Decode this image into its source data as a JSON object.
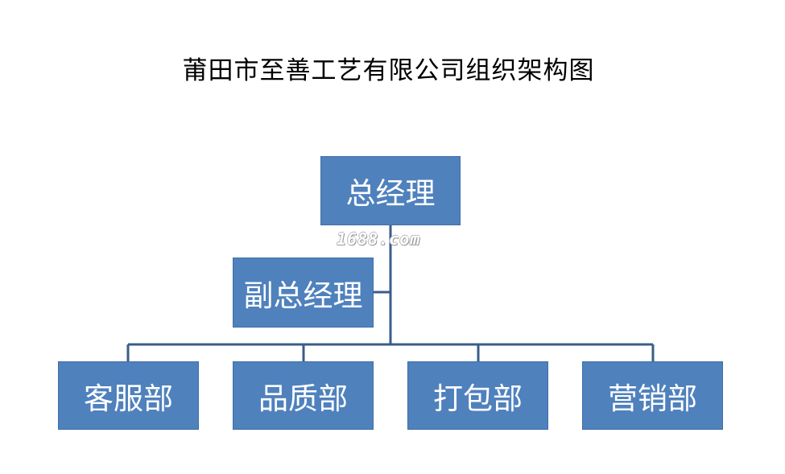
{
  "title": "莆田市至善工艺有限公司组织架构图",
  "nodes": {
    "general_manager": "总经理",
    "deputy_manager": "副总经理",
    "departments": [
      {
        "label": "客服部"
      },
      {
        "label": "品质部"
      },
      {
        "label": "打包部"
      },
      {
        "label": "营销部"
      }
    ]
  },
  "watermark": "1688.com",
  "colors": {
    "node_fill": "#4f81bd",
    "node_text": "#ffffff",
    "connector": "#385d8a"
  }
}
